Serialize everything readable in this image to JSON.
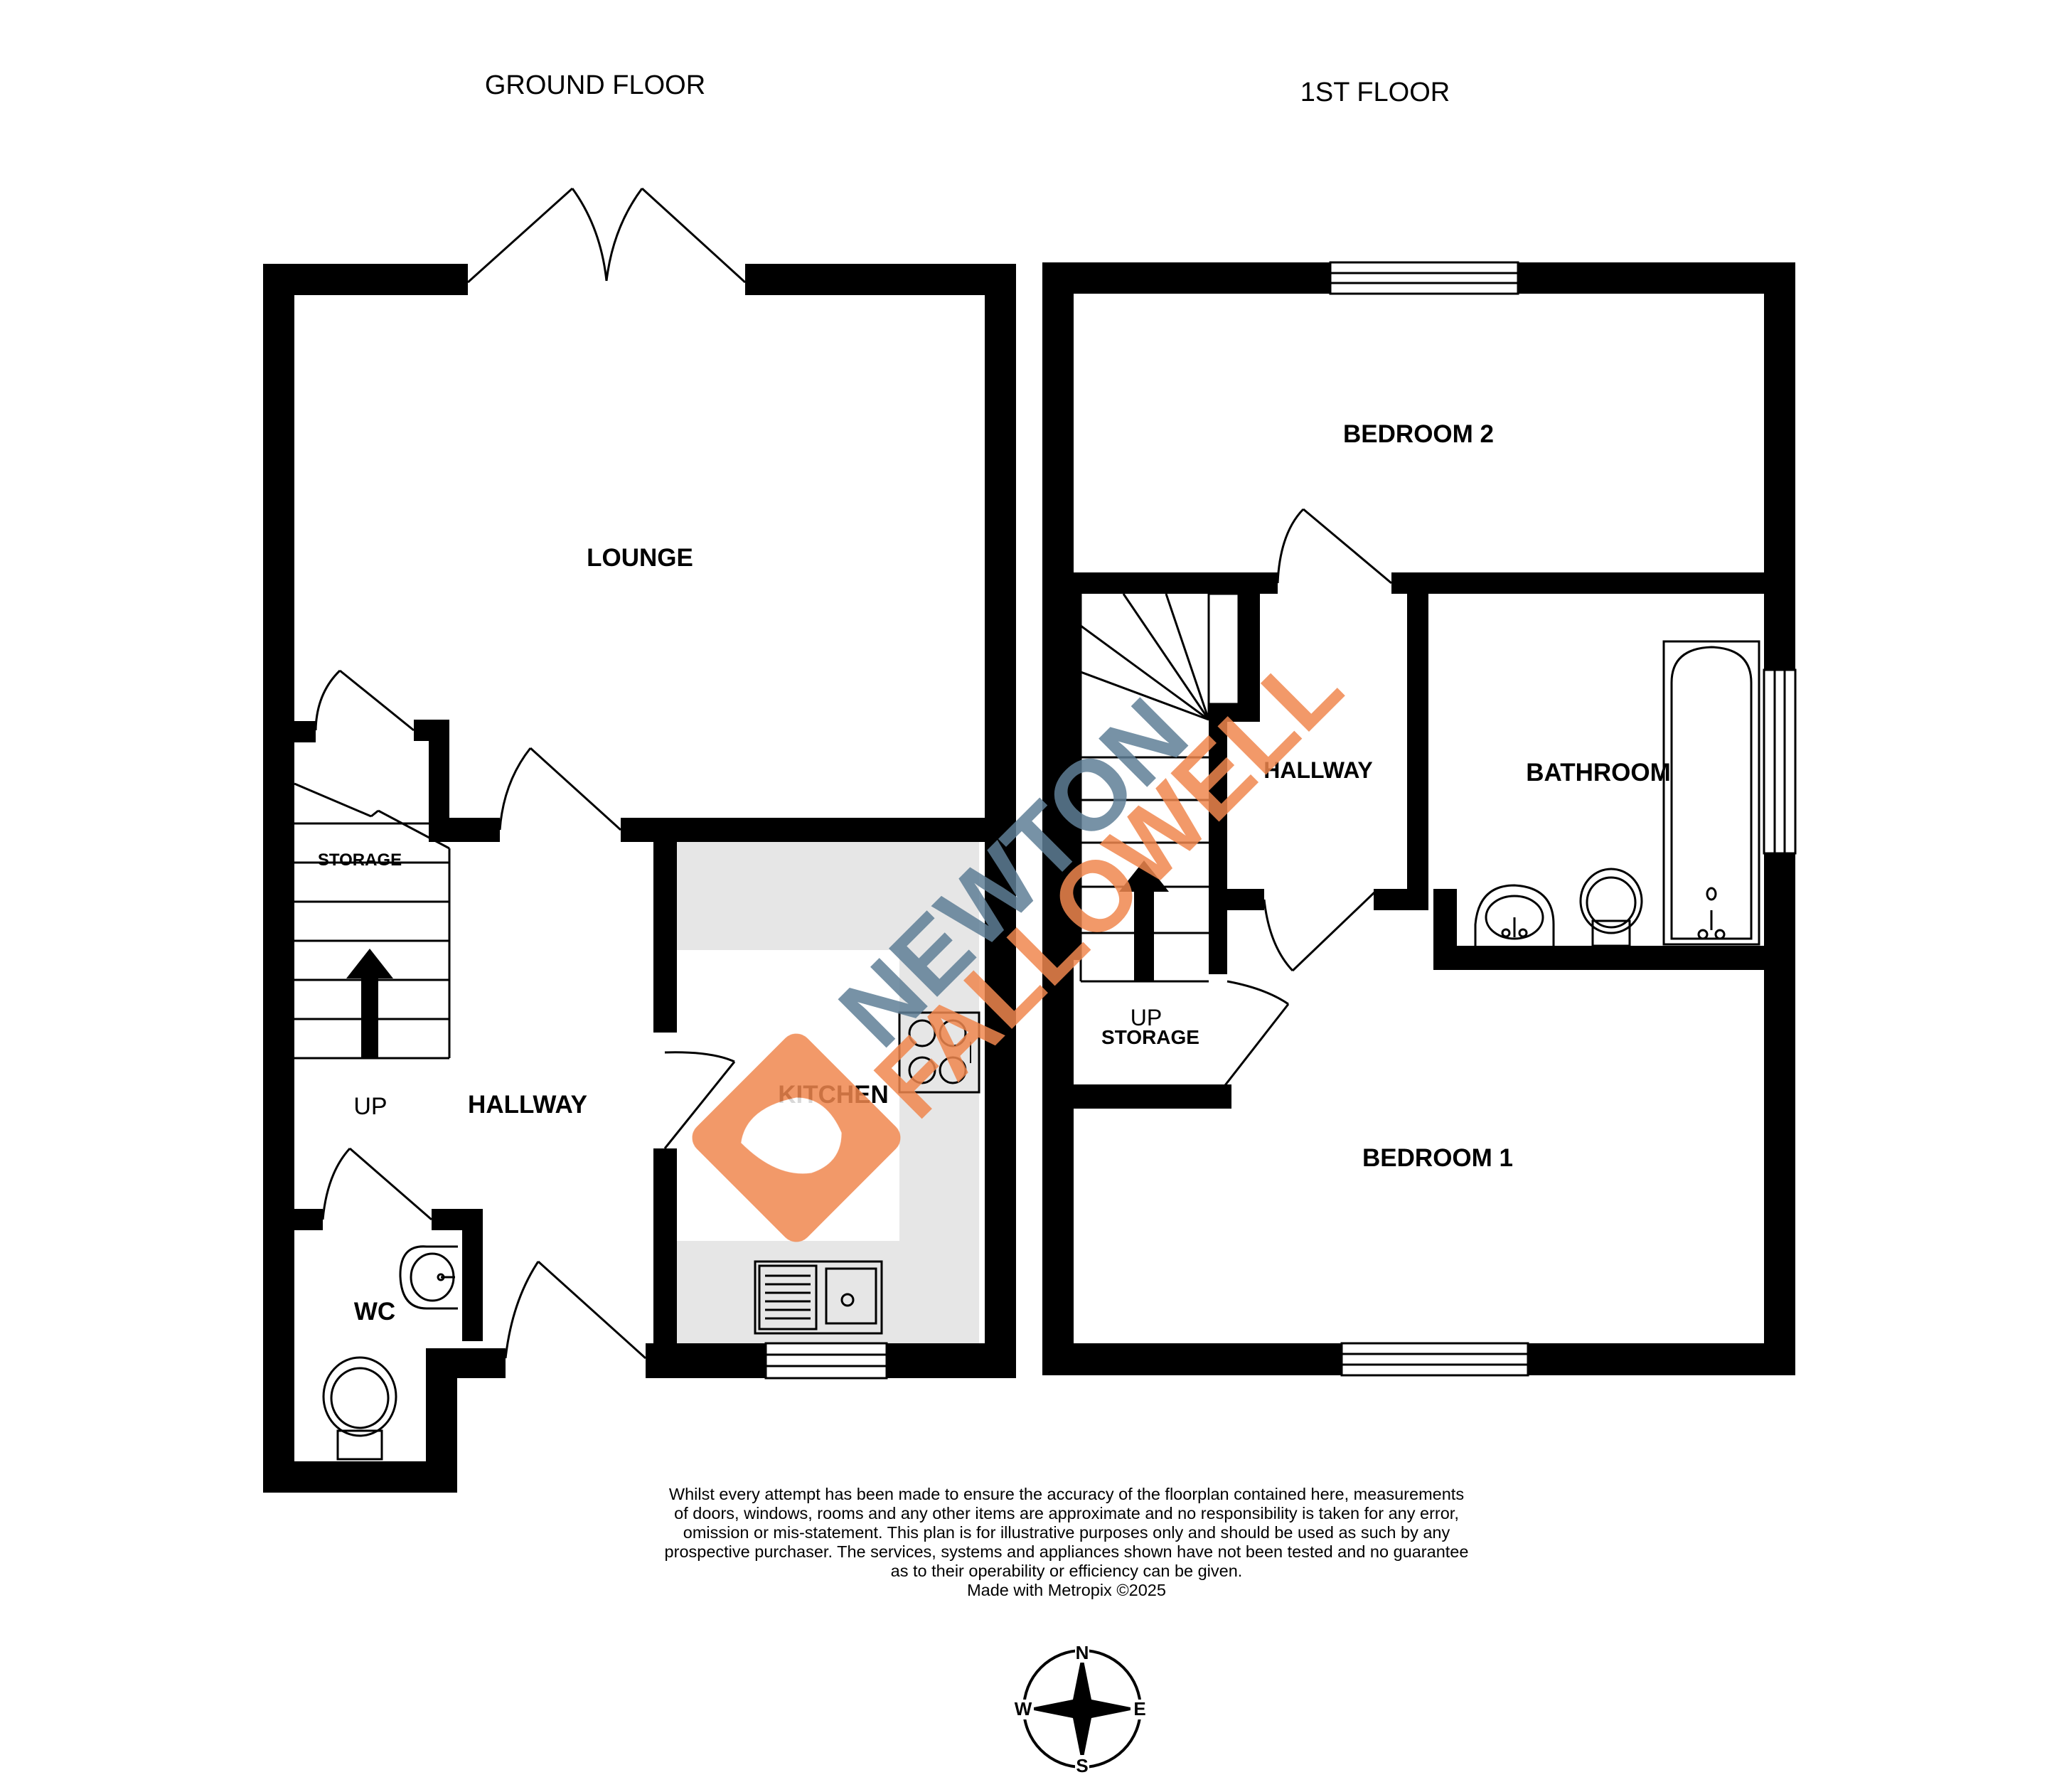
{
  "floors": {
    "ground": {
      "title": "GROUND FLOOR",
      "rooms": {
        "lounge": "LOUNGE",
        "storage": "STORAGE",
        "hallway": "HALLWAY",
        "kitchen": "KITCHEN",
        "wc": "WC",
        "up": "UP"
      }
    },
    "first": {
      "title": "1ST FLOOR",
      "rooms": {
        "bedroom2": "BEDROOM 2",
        "hallway": "HALLWAY",
        "bathroom": "BATHROOM",
        "up": "UP",
        "storage": "STORAGE",
        "bedroom1": "BEDROOM 1"
      }
    }
  },
  "disclaimer": [
    "Whilst every attempt has been made to ensure the accuracy of the floorplan contained here, measurements",
    "of doors, windows, rooms and any other items are approximate and no responsibility is taken for any error,",
    "omission or mis-statement. This plan is for illustrative purposes only and should be used as such by any",
    "prospective purchaser. The services, systems and appliances shown have not been tested and no guarantee",
    "as to their operability or efficiency can be given.",
    "Made with Metropix ©2025"
  ],
  "compass": {
    "n": "N",
    "e": "E",
    "s": "S",
    "w": "W"
  },
  "watermark": {
    "line1": "NEWTON",
    "line2": "FALLOWELL"
  },
  "colors": {
    "wall": "#000000",
    "kitchen_floor": "#e6e6e6",
    "watermark_orange": "#f0874f",
    "watermark_blue": "#5f7f96"
  }
}
